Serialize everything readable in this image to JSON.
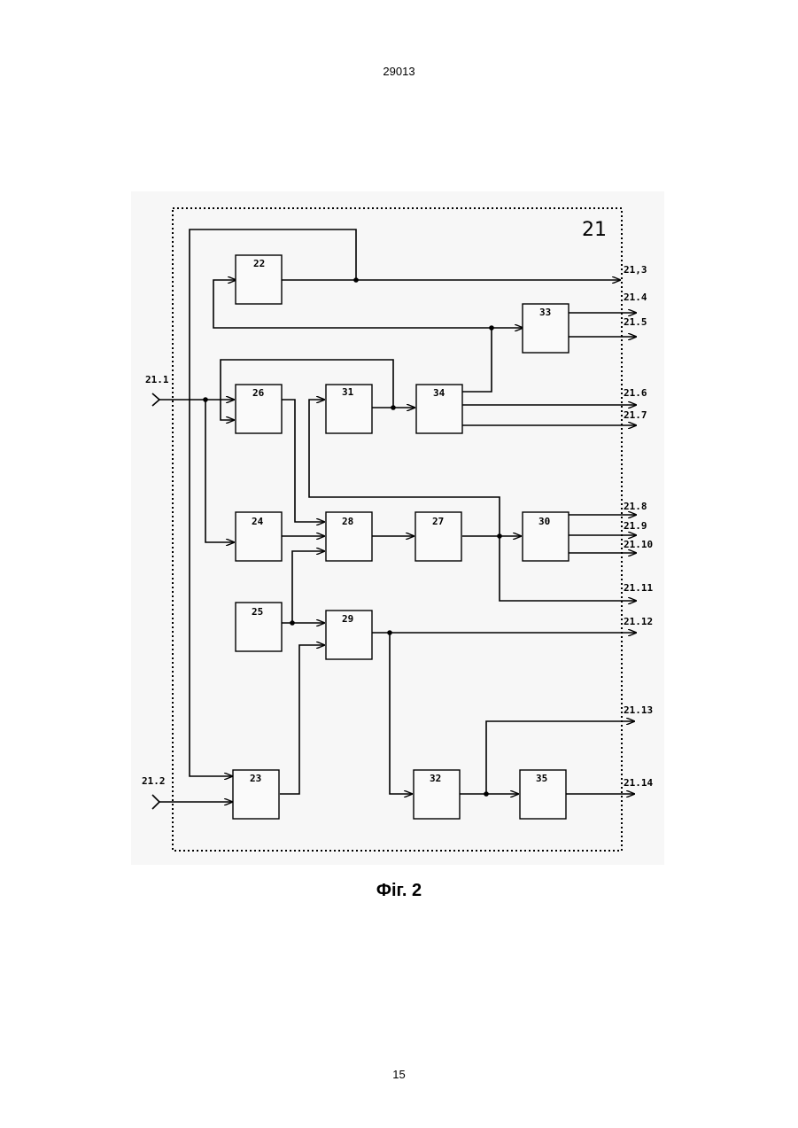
{
  "page": {
    "number_top": "29013",
    "number_bottom": "15",
    "caption": "Фіг. 2"
  },
  "diagram": {
    "frame_label": "21",
    "blocks": [
      "22",
      "23",
      "24",
      "25",
      "26",
      "27",
      "28",
      "29",
      "30",
      "31",
      "32",
      "33",
      "34",
      "35"
    ],
    "inputs": [
      "21.1",
      "21.2"
    ],
    "outputs": [
      "21,3",
      "21.4",
      "21.5",
      "21.6",
      "21.7",
      "21.8",
      "21.9",
      "21.10",
      "21.11",
      "21.12",
      "21.13",
      "21.14"
    ]
  }
}
